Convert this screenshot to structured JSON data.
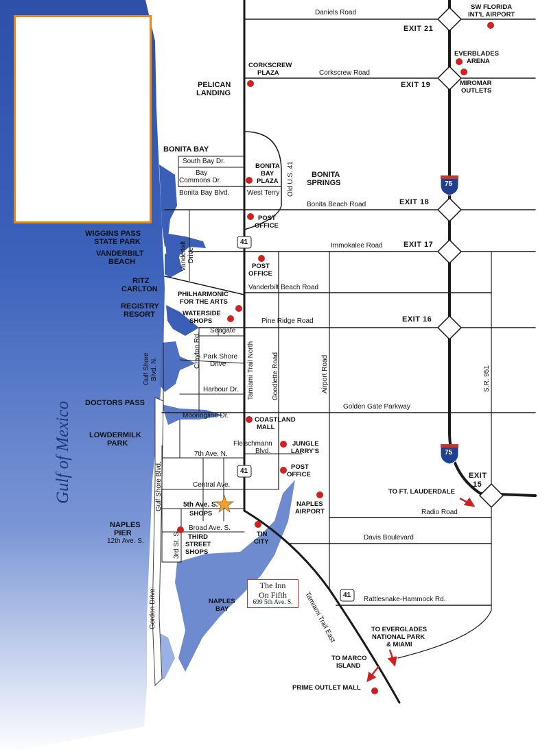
{
  "map": {
    "water_label": "Gulf of Mexico",
    "colors": {
      "water_deep": "#3b5fb7",
      "water_light": "#a9bde6",
      "road": "#1a1a1a",
      "poi_dot": "#cc2222",
      "frame": "#e08a1e",
      "star": "#f0a030"
    },
    "interstate": {
      "shield": "75"
    },
    "us_routes": {
      "shield_41a": "41",
      "shield_41b": "41",
      "shield_41c": "41"
    },
    "exits": [
      "EXIT 21",
      "EXIT 19",
      "EXIT 18",
      "EXIT 17",
      "EXIT 16",
      "EXIT 15"
    ],
    "exit15": {
      "top": "EXIT",
      "num": "15"
    },
    "roads": {
      "daniels": "Daniels Road",
      "corkscrew": "Corkscrew Road",
      "south_bay": "South Bay Dr.",
      "bay_commons_1": "Bay",
      "bay_commons_2": "Commons Dr.",
      "bonita_bay_blvd": "Bonita Bay Blvd.",
      "west_terry": "West Terry",
      "bonita_beach": "Bonita Beach Road",
      "immokalee": "Immokalee Road",
      "vanderbilt_beach_rd": "Vanderbilt Beach Road",
      "pine_ridge": "Pine Ridge Road",
      "seagate": "Seagate",
      "harbour": "Harbour Dr.",
      "golden_gate": "Golden Gate Parkway",
      "mooringline": "Mooringline Dr.",
      "fleischmann_1": "Fleischmann",
      "fleischmann_2": "Blvd.",
      "seventh_ave": "7th Ave. N.",
      "central_ave": "Central Ave.",
      "fifth_ave": "5th Ave. S.",
      "broad_ave": "Broad Ave. S.",
      "radio": "Radio Road",
      "davis": "Davis Boulevard",
      "rattlesnake": "Rattlesnake-Hammock Rd.",
      "twelfth_ave": "12th Ave. S.",
      "old_us41": "Old U.S. 41",
      "vanderbilt_dr_1": "Vanderbilt",
      "vanderbilt_dr_2": "Drive",
      "crayton": "Crayton Rd.",
      "gulf_shore_n_1": "Gulf Shore",
      "gulf_shore_n_2": "Blvd. N.",
      "tamiami_north": "Tamiami Trail North",
      "goodlette": "Goodlette Road",
      "airport": "Airport Road",
      "sr951": "S.R. 951",
      "gulf_shore_blvd": "Gulf Shore Blvd.",
      "third_st": "3rd St. S.",
      "gordon": "Gordon Drive",
      "tamiami_east": "Tamiami Trail East"
    },
    "places": {
      "sw_florida_1": "SW FLORIDA",
      "sw_florida_2": "INT'L AIRPORT",
      "everblades_1": "EVERBLADES",
      "everblades_2": "ARENA",
      "miromar_1": "MIROMAR",
      "miromar_2": "OUTLETS",
      "corkscrew_plaza_1": "CORKSCREW",
      "corkscrew_plaza_2": "PLAZA",
      "pelican_1": "PELICAN",
      "pelican_2": "LANDING",
      "bonita_bay": "BONITA BAY",
      "bonita_bay_plaza_1": "BONITA",
      "bonita_bay_plaza_2": "BAY",
      "bonita_bay_plaza_3": "PLAZA",
      "bonita_springs_1": "BONITA",
      "bonita_springs_2": "SPRINGS",
      "post_office_1a": "POST",
      "post_office_1b": "OFFICE",
      "wiggins_1": "WIGGINS PASS",
      "wiggins_2": "STATE PARK",
      "vanderbilt_beach_1": "VANDERBILT",
      "vanderbilt_beach_2": "BEACH",
      "post_office_2a": "POST",
      "post_office_2b": "OFFICE",
      "ritz_1": "RITZ",
      "ritz_2": "CARLTON",
      "philharmonic_1": "PHILHARMONIC",
      "philharmonic_2": "FOR THE ARTS",
      "registry_1": "REGISTRY",
      "registry_2": "RESORT",
      "waterside_1": "WATERSIDE",
      "waterside_2": "SHOPS",
      "park_shore_1": "Park Shore",
      "park_shore_2": "Drive",
      "doctors_pass": "DOCTORS PASS",
      "coastland_1": "COASTLAND",
      "coastland_2": "MALL",
      "lowdermilk_1": "LOWDERMILK",
      "lowdermilk_2": "PARK",
      "jungle_1": "JUNGLE",
      "jungle_2": "LARRY'S",
      "post_office_3a": "POST",
      "post_office_3b": "OFFICE",
      "naples_airport_1": "NAPLES",
      "naples_airport_2": "AIRPORT",
      "fifth_ave_shops": "SHOPS",
      "naples_pier_1": "NAPLES",
      "naples_pier_2": "PIER",
      "third_street_1": "THIRD",
      "third_street_2": "STREET",
      "third_street_3": "SHOPS",
      "tin_city_1": "TIN",
      "tin_city_2": "CITY",
      "naples_bay_1": "NAPLES",
      "naples_bay_2": "BAY",
      "to_ft_lauderdale": "TO FT. LAUDERDALE",
      "to_everglades_1": "TO EVERGLADES",
      "to_everglades_2": "NATIONAL PARK",
      "to_everglades_3": "& MIAMI",
      "to_marco_1": "TO MARCO",
      "to_marco_2": "ISLAND",
      "prime_outlet": "PRIME OUTLET MALL"
    },
    "inn": {
      "title_1": "The Inn",
      "title_2": "On Fifth",
      "address": "699 5th Ave. S."
    }
  }
}
